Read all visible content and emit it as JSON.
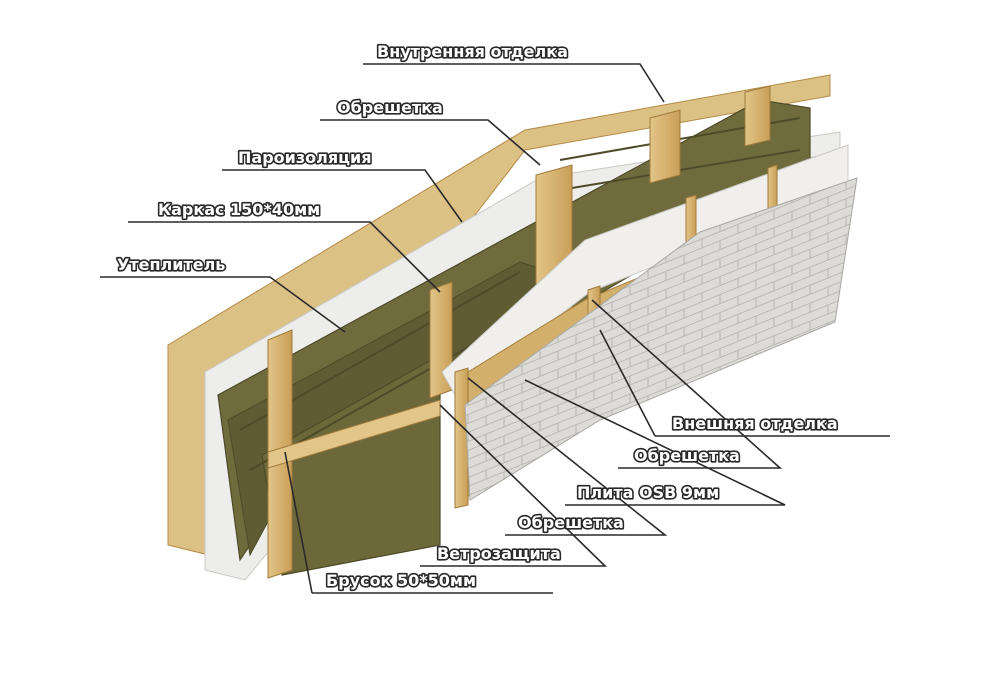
{
  "labels": {
    "inner_finish": "Внутренняя отделка",
    "batten_inner": "Обрешетка",
    "vapor_barrier": "Пароизоляция",
    "frame": "Каркас 150*40мм",
    "insulation": "Утеплитель",
    "outer_finish": "Внешняя отделка",
    "batten_outer_1": "Обрешетка",
    "osb_board": "Плита OSB 9мм",
    "batten_outer_2": "Обрешетка",
    "wind_barrier": "Ветрозащита",
    "bar": "Брусок 50*50мм"
  },
  "colors": {
    "wood": "#d9b777",
    "wood_dark": "#b48a45",
    "insulation": "#6f6b3c",
    "insulation_dark": "#4e4b29",
    "membrane": "#ececea",
    "osb": "#d2b06c",
    "siding": "#dddcd8",
    "leader": "#2a2a2a"
  }
}
